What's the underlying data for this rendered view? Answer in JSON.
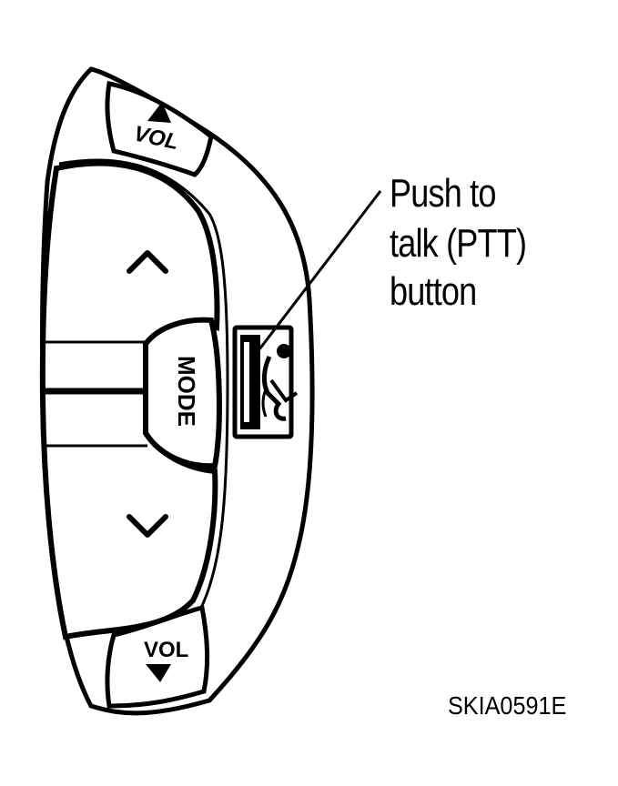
{
  "callout": {
    "line1": "Push to",
    "line2": "talk (PTT)",
    "line3": "button"
  },
  "buttons": {
    "vol_up": "VOL",
    "vol_down": "VOL",
    "mode": "MODE"
  },
  "figure_code": "SKIA0591E",
  "icons": [
    "triangle-up-icon",
    "triangle-down-icon",
    "chevron-up-icon",
    "chevron-down-icon",
    "ptt-voice-icon"
  ],
  "colors": {
    "ink": "#000000",
    "fill": "#ffffff"
  }
}
